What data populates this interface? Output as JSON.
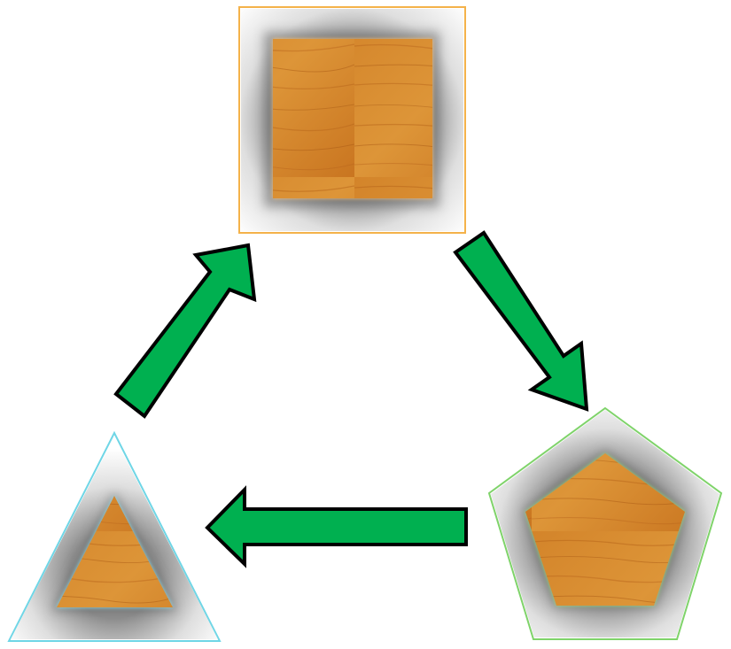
{
  "diagram": {
    "type": "cycle",
    "nodes": [
      {
        "id": "square",
        "shape": "square",
        "fill": "wood-texture",
        "outline_color": "#f4b24a"
      },
      {
        "id": "pentagon",
        "shape": "pentagon",
        "fill": "wood-texture",
        "outline_color": "#7fd36a"
      },
      {
        "id": "triangle",
        "shape": "triangle",
        "fill": "wood-texture",
        "outline_color": "#6fd6e6"
      }
    ],
    "edges": [
      {
        "from": "square",
        "to": "pentagon"
      },
      {
        "from": "pentagon",
        "to": "triangle"
      },
      {
        "from": "triangle",
        "to": "square"
      }
    ],
    "colors": {
      "arrow_fill": "#00b050",
      "arrow_stroke": "#000000",
      "wood_light": "#d98b2e",
      "wood_dark": "#b8651a",
      "frame_light": "#ffffff",
      "frame_dark": "#bdbdbd"
    }
  }
}
